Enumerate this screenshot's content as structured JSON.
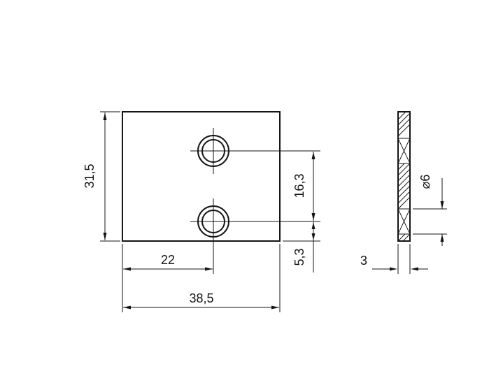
{
  "document": {
    "type": "technical-drawing",
    "views": [
      "front-view",
      "side-section-view"
    ]
  },
  "dimensions": {
    "front": {
      "height": "31,5",
      "hole_spacing": "16,3",
      "hole_bottom_offset": "5,3",
      "hole_center_from_left": "22",
      "width": "38,5"
    },
    "side": {
      "hole_diameter": "⌀6",
      "thickness": "3"
    }
  },
  "colors": {
    "line": "#141414",
    "background": "#ffffff"
  }
}
